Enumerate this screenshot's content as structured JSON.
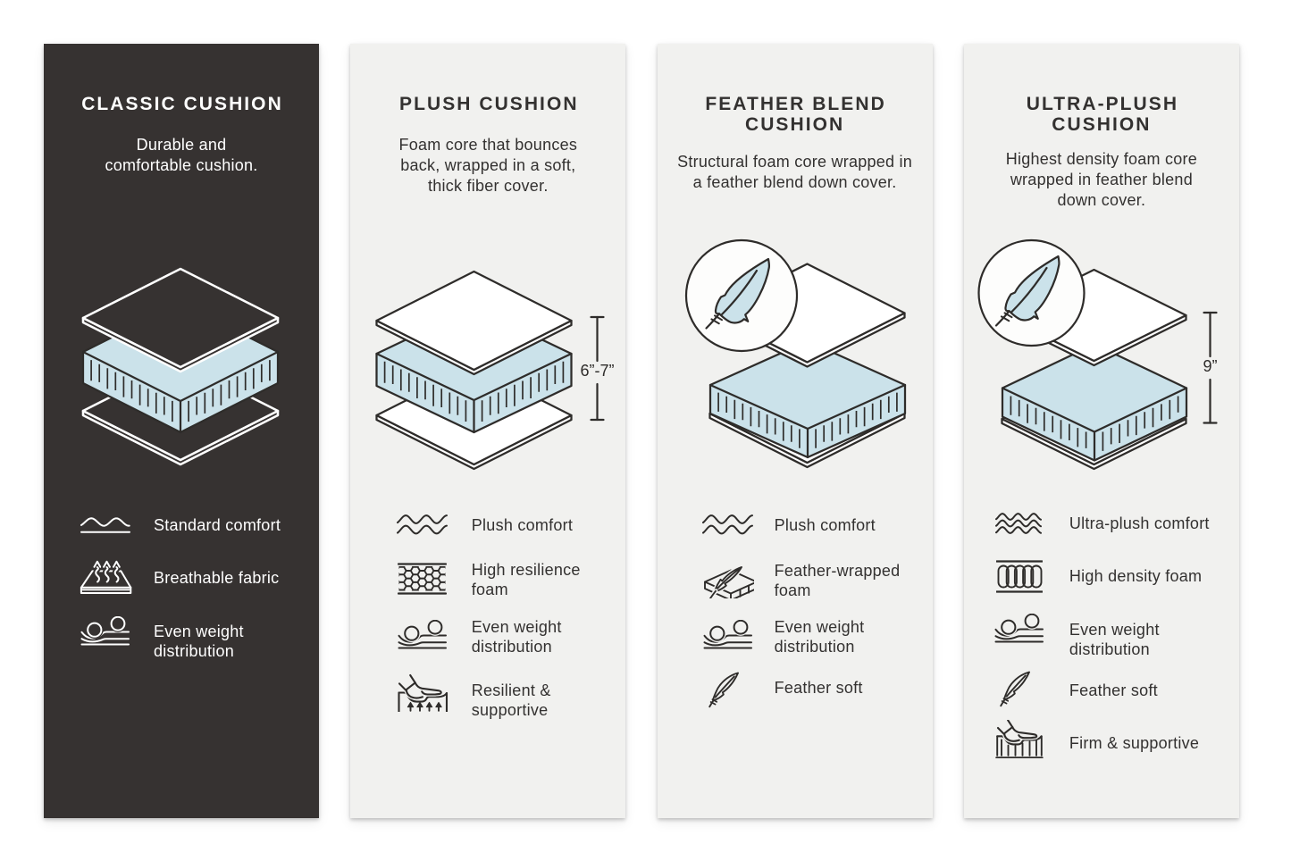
{
  "page": {
    "background": "#ffffff"
  },
  "colors": {
    "ink": "#2e2c2a",
    "card_dark": "#363231",
    "card_light": "#f1f1ef",
    "foam_blue": "#cbe2ea",
    "white": "#ffffff"
  },
  "cards": [
    {
      "id": "classic-cushion",
      "theme": "dark",
      "title": "CLASSIC CUSHION",
      "description": [
        "Durable and",
        "comfortable cushion."
      ],
      "diagram": {},
      "features": [
        {
          "icon": "single-wave",
          "lines": [
            "Standard comfort"
          ]
        },
        {
          "icon": "breathable-fabric",
          "lines": [
            "Breathable fabric"
          ]
        },
        {
          "icon": "even-weight",
          "lines": [
            "Even weight",
            "distribution"
          ]
        }
      ]
    },
    {
      "id": "plush-cushion",
      "theme": "light",
      "title": "PLUSH CUSHION",
      "description": [
        "Foam core that bounces",
        "back, wrapped in a soft,",
        "thick fiber cover."
      ],
      "diagram": {
        "measure_label": "6”-7”"
      },
      "features": [
        {
          "icon": "double-wave",
          "lines": [
            "Plush comfort"
          ]
        },
        {
          "icon": "honeycomb-foam",
          "lines": [
            "High resilience",
            "foam"
          ]
        },
        {
          "icon": "even-weight",
          "lines": [
            "Even weight",
            "distribution"
          ]
        },
        {
          "icon": "resilient-supportive",
          "lines": [
            "Resilient &",
            "supportive"
          ]
        }
      ]
    },
    {
      "id": "feather-blend-cushion",
      "theme": "light",
      "title": "FEATHER BLEND CUSHION",
      "description": [
        "Structural foam core wrapped in",
        "a feather blend down cover."
      ],
      "diagram": {
        "badge": "feather"
      },
      "features": [
        {
          "icon": "double-wave",
          "lines": [
            "Plush comfort"
          ]
        },
        {
          "icon": "feather-wrapped-foam",
          "lines": [
            "Feather-wrapped",
            "foam"
          ]
        },
        {
          "icon": "even-weight",
          "lines": [
            "Even weight",
            "distribution"
          ]
        },
        {
          "icon": "feather",
          "lines": [
            "Feather soft"
          ]
        }
      ]
    },
    {
      "id": "ultra-plush-cushion",
      "theme": "light",
      "title": "ULTRA-PLUSH CUSHION",
      "description": [
        "Highest density foam core",
        "wrapped in feather blend",
        "down cover."
      ],
      "diagram": {
        "badge": "feather",
        "measure_label": "9”"
      },
      "features": [
        {
          "icon": "triple-wave",
          "lines": [
            "Ultra-plush comfort"
          ]
        },
        {
          "icon": "high-density-foam",
          "lines": [
            "High density foam"
          ]
        },
        {
          "icon": "even-weight",
          "lines": [
            "Even weight",
            "distribution"
          ]
        },
        {
          "icon": "feather",
          "lines": [
            "Feather soft"
          ]
        },
        {
          "icon": "firm-supportive",
          "lines": [
            "Firm & supportive"
          ]
        }
      ]
    }
  ]
}
